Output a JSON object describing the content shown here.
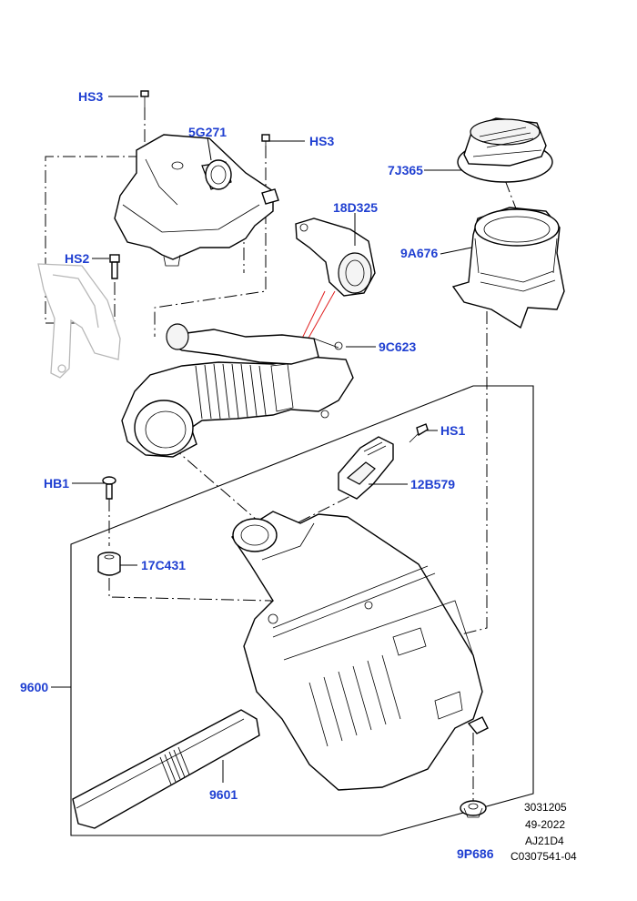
{
  "callouts": {
    "hs3_top": "HS3",
    "p5g271": "5G271",
    "hs3_mid": "HS3",
    "p7j365": "7J365",
    "p18d325": "18D325",
    "p9a676": "9A676",
    "hs2": "HS2",
    "p9c623": "9C623",
    "hs1": "HS1",
    "hb1": "HB1",
    "p12b579": "12B579",
    "p17c431": "17C431",
    "p9600": "9600",
    "p9601": "9601",
    "p9p686": "9P686"
  },
  "reference": {
    "line1": "3031205",
    "line2": "49-2022",
    "line3": "AJ21D4",
    "line4": "C0307541-04"
  },
  "colors": {
    "callout": "#1f3fd1",
    "lines": "#000000",
    "ghost": "#b8b8b8",
    "highlight": "#e02020"
  }
}
